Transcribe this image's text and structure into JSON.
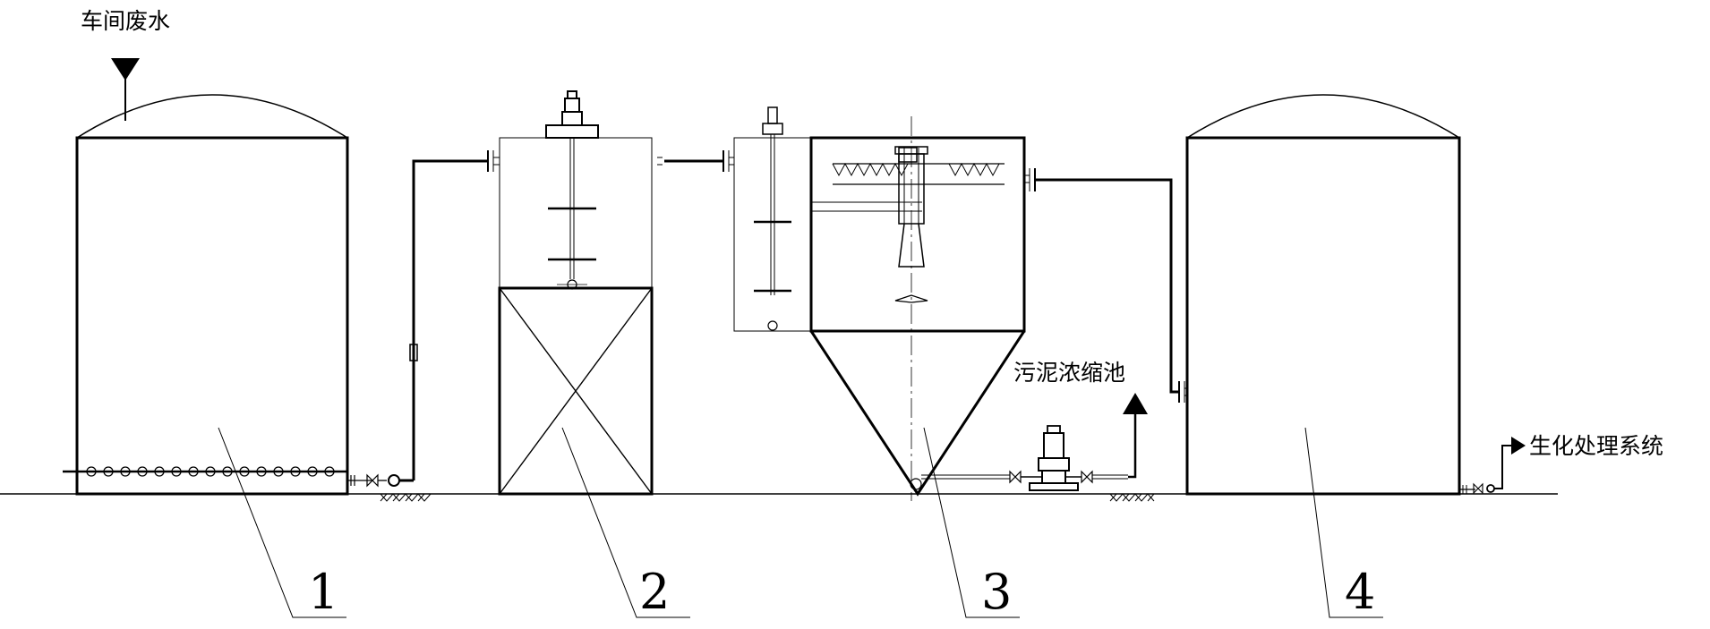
{
  "labels": {
    "inlet": "车间废水",
    "sludge": "污泥浓缩池",
    "outlet": "生化处理系统"
  },
  "callouts": [
    "1",
    "2",
    "3",
    "4"
  ]
}
